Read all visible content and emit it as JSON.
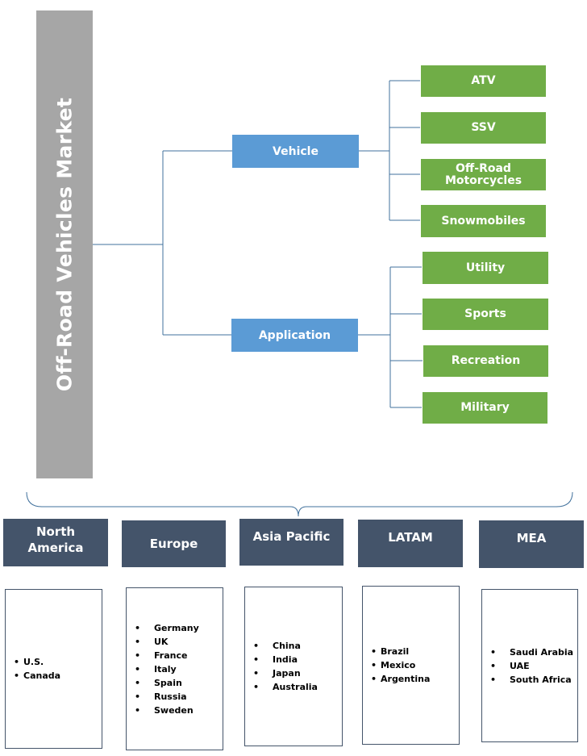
{
  "title": "Off-Road Vehicles Market",
  "segments": [
    {
      "label": "Vehicle",
      "children": [
        "ATV",
        "SSV",
        "Off-Road Motorcycles",
        "Snowmobiles"
      ]
    },
    {
      "label": "Application",
      "children": [
        "Utility",
        "Sports",
        "Recreation",
        "Military"
      ]
    }
  ],
  "regions": [
    {
      "name": "North America",
      "countries": [
        "U.S.",
        "Canada"
      ]
    },
    {
      "name": "Europe",
      "countries": [
        "Germany",
        "UK",
        "France",
        "Italy",
        "Spain",
        "Russia",
        "Sweden"
      ]
    },
    {
      "name": "Asia Pacific",
      "countries": [
        "China",
        "India",
        "Japan",
        "Australia"
      ]
    },
    {
      "name": "LATAM",
      "countries": [
        "Brazil",
        "Mexico",
        "Argentina"
      ]
    },
    {
      "name": "MEA",
      "countries": [
        "Saudi Arabia",
        "UAE",
        "South Africa"
      ]
    }
  ],
  "colors": {
    "title_bar": "#a6a6a6",
    "segment": "#5b9bd5",
    "subsegment": "#70ad47",
    "region": "#44546a",
    "connector": "#41719c"
  },
  "bullet": "•"
}
